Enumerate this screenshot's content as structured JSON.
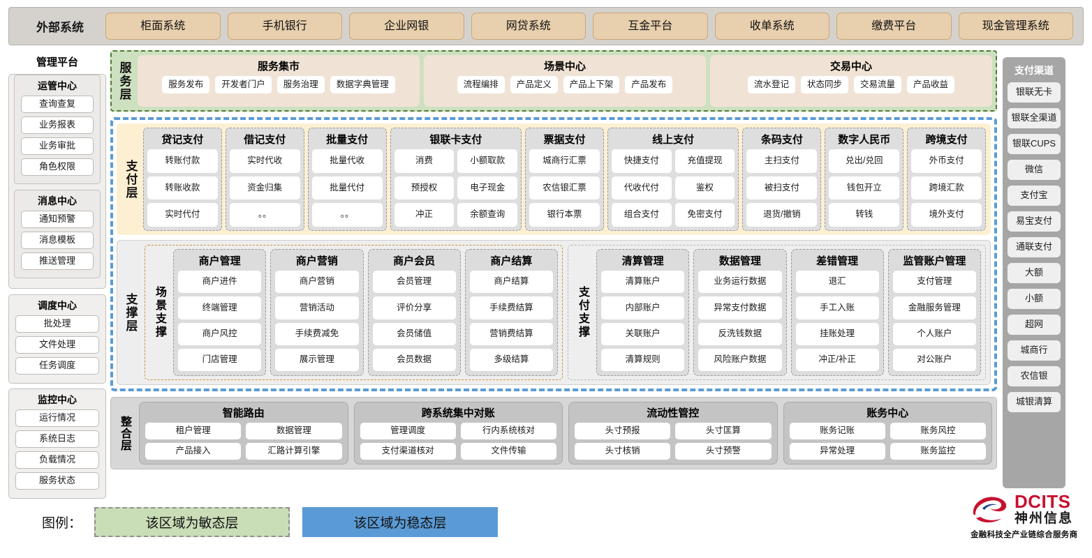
{
  "external": {
    "title": "外部系统",
    "items": [
      "柜面系统",
      "手机银行",
      "企业网银",
      "网贷系统",
      "互金平台",
      "收单系统",
      "缴费平台",
      "现金管理系统"
    ]
  },
  "left_sidebar": {
    "title": "管理平台",
    "groups": [
      {
        "title": "运管中心",
        "items": [
          "查询查复",
          "业务报表",
          "业务审批",
          "角色权限"
        ]
      },
      {
        "title": "消息中心",
        "items": [
          "通知预警",
          "消息模板",
          "推送管理"
        ]
      },
      {
        "title": "调度中心",
        "items": [
          "批处理",
          "文件处理",
          "任务调度"
        ]
      },
      {
        "title": "监控中心",
        "items": [
          "运行情况",
          "系统日志",
          "负载情况",
          "服务状态"
        ]
      }
    ]
  },
  "right_sidebar": {
    "title": "支付渠道",
    "items": [
      "银联无卡",
      "银联全渠道",
      "银联CUPS",
      "微信",
      "支付宝",
      "易宝支付",
      "通联支付",
      "大额",
      "小额",
      "超网",
      "城商行",
      "农信银",
      "城银清算"
    ]
  },
  "service_layer": {
    "label": "服务层",
    "boxes": [
      {
        "title": "服务集市",
        "items": [
          "服务发布",
          "开发者门户",
          "服务治理",
          "数据字典管理"
        ]
      },
      {
        "title": "场景中心",
        "items": [
          "流程编排",
          "产品定义",
          "产品上下架",
          "产品发布"
        ]
      },
      {
        "title": "交易中心",
        "items": [
          "流水登记",
          "状态同步",
          "交易流量",
          "产品收益"
        ]
      }
    ]
  },
  "payment_layer": {
    "label": "支付层",
    "columns": [
      {
        "title": "贷记支付",
        "cols": 1,
        "items": [
          "转账付款",
          "转账收款",
          "实时代付"
        ]
      },
      {
        "title": "借记支付",
        "cols": 1,
        "items": [
          "实时代收",
          "资金归集",
          "。。"
        ]
      },
      {
        "title": "批量支付",
        "cols": 1,
        "items": [
          "批量代收",
          "批量代付",
          "。。"
        ]
      },
      {
        "title": "银联卡支付",
        "cols": 2,
        "items": [
          "消费",
          "小额取款",
          "预授权",
          "电子现金",
          "冲正",
          "余额查询"
        ]
      },
      {
        "title": "票据支付",
        "cols": 1,
        "items": [
          "城商行汇票",
          "农信银汇票",
          "银行本票"
        ]
      },
      {
        "title": "线上支付",
        "cols": 2,
        "items": [
          "快捷支付",
          "充值提现",
          "代收代付",
          "鉴权",
          "组合支付",
          "免密支付"
        ]
      },
      {
        "title": "条码支付",
        "cols": 1,
        "items": [
          "主扫支付",
          "被扫支付",
          "退货/撤销"
        ]
      },
      {
        "title": "数字人民币",
        "cols": 1,
        "items": [
          "兑出/兑回",
          "钱包开立",
          "转钱"
        ]
      },
      {
        "title": "跨境支付",
        "cols": 1,
        "items": [
          "外币支付",
          "跨境汇款",
          "境外支付"
        ]
      }
    ]
  },
  "support_layer": {
    "label": "支撑层",
    "halves": [
      {
        "label": "场景支撑",
        "style": "scene",
        "columns": [
          {
            "title": "商户管理",
            "items": [
              "商户进件",
              "终端管理",
              "商户风控",
              "门店管理"
            ]
          },
          {
            "title": "商户营销",
            "items": [
              "商户营销",
              "营销活动",
              "手续费减免",
              "展示管理"
            ]
          },
          {
            "title": "商户会员",
            "items": [
              "会员管理",
              "评价分享",
              "会员储值",
              "会员数据"
            ]
          },
          {
            "title": "商户结算",
            "items": [
              "商户结算",
              "手续费结算",
              "营销费结算",
              "多级结算"
            ]
          }
        ]
      },
      {
        "label": "支付支撑",
        "style": "plain",
        "columns": [
          {
            "title": "清算管理",
            "items": [
              "清算账户",
              "内部账户",
              "关联账户",
              "清算规则"
            ]
          },
          {
            "title": "数据管理",
            "items": [
              "业务运行数据",
              "异常支付数据",
              "反洗钱数据",
              "风险账户数据"
            ]
          },
          {
            "title": "差错管理",
            "items": [
              "退汇",
              "手工入账",
              "挂账处理",
              "冲正/补正"
            ]
          },
          {
            "title": "监管账户管理",
            "items": [
              "支付管理",
              "金融服务管理",
              "个人账户",
              "对公账户"
            ]
          }
        ]
      }
    ]
  },
  "integration_layer": {
    "label": "整合层",
    "boxes": [
      {
        "title": "智能路由",
        "rows": [
          [
            "租户管理",
            "数据管理"
          ],
          [
            "产品接入",
            "汇路计算引擎"
          ]
        ]
      },
      {
        "title": "跨系统集中对账",
        "rows": [
          [
            "管理调度",
            "行内系统核对"
          ],
          [
            "支付渠道核对",
            "文件传输"
          ]
        ]
      },
      {
        "title": "流动性管控",
        "rows": [
          [
            "头寸预报",
            "头寸匡算"
          ],
          [
            "头寸核销",
            "头寸预警"
          ]
        ]
      },
      {
        "title": "账务中心",
        "rows": [
          [
            "账务记账",
            "账务风控"
          ],
          [
            "异常处理",
            "账务监控"
          ]
        ]
      }
    ]
  },
  "legend": {
    "label": "图例：",
    "agile": "该区域为敏态层",
    "stable": "该区域为稳态层",
    "agile_color": "#c9ddb7",
    "stable_color": "#5b9bd5"
  },
  "logo": {
    "brand": "DCITS",
    "brand_cn": "神州信息",
    "tagline": "金融科技全产业链综合服务商",
    "brand_color": "#c8102e"
  }
}
